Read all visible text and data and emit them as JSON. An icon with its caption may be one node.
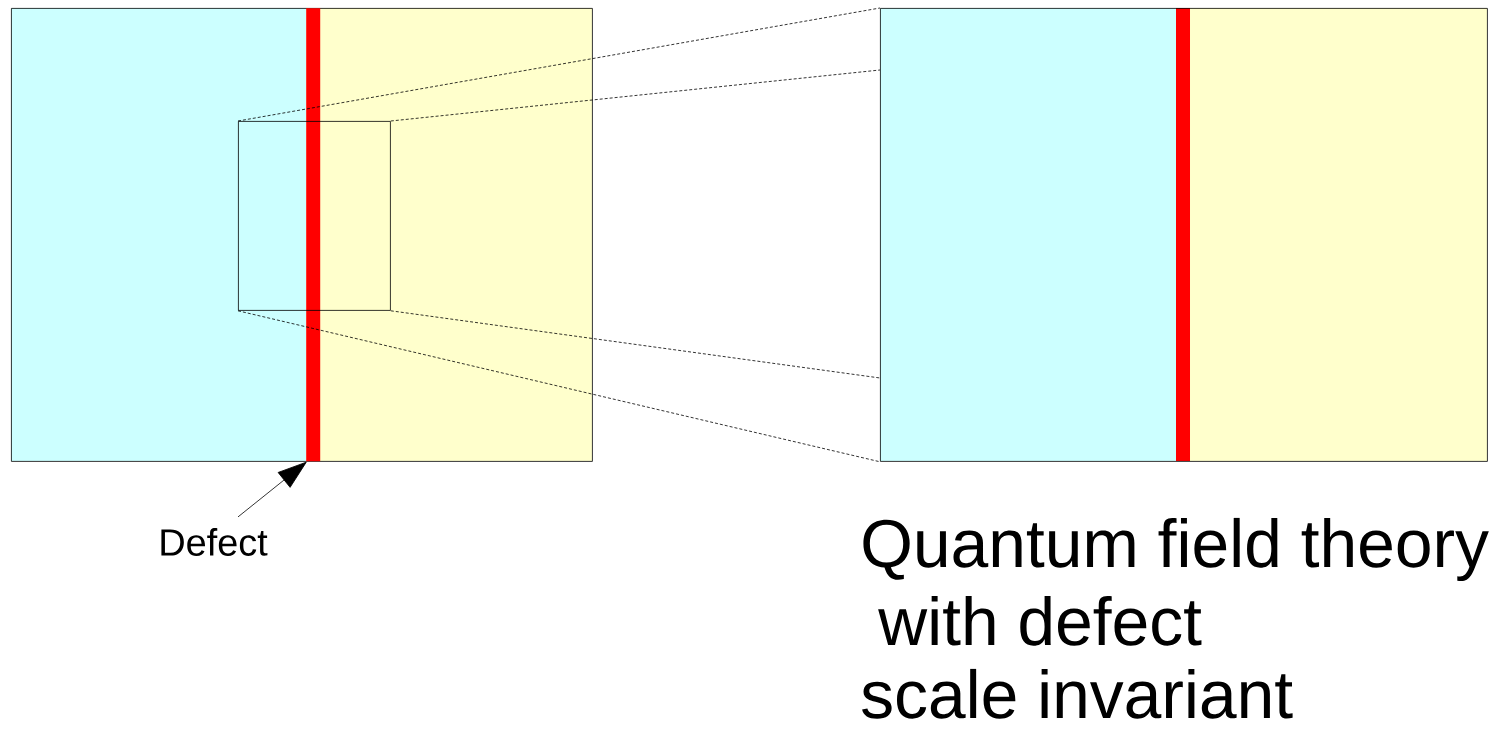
{
  "diagram": {
    "nodes": [
      {
        "text": [],
        "shape": "box"
      },
      {
        "text": [],
        "shape": "bar",
        "in": 0
      },
      {
        "text": [],
        "shape": "box",
        "in": 0
      },
      {
        "text": [],
        "shape": "box"
      },
      {
        "text": [
          "Defect"
        ]
      }
    ],
    "edges": [
      {
        "from": 2,
        "to": 3,
        "arrow": "none",
        "style": "dashed"
      },
      {
        "from": 2,
        "to": 3,
        "arrow": "none",
        "style": "dashed"
      },
      {
        "from": 2,
        "to": 3,
        "arrow": "none",
        "style": "dashed"
      },
      {
        "from": 2,
        "to": 3,
        "arrow": "none",
        "style": "dashed"
      },
      {
        "from": 4,
        "to": 1,
        "arrow": "to"
      }
    ],
    "labels": [
      "Quantum field theory",
      "with defect",
      "scale invariant"
    ]
  }
}
